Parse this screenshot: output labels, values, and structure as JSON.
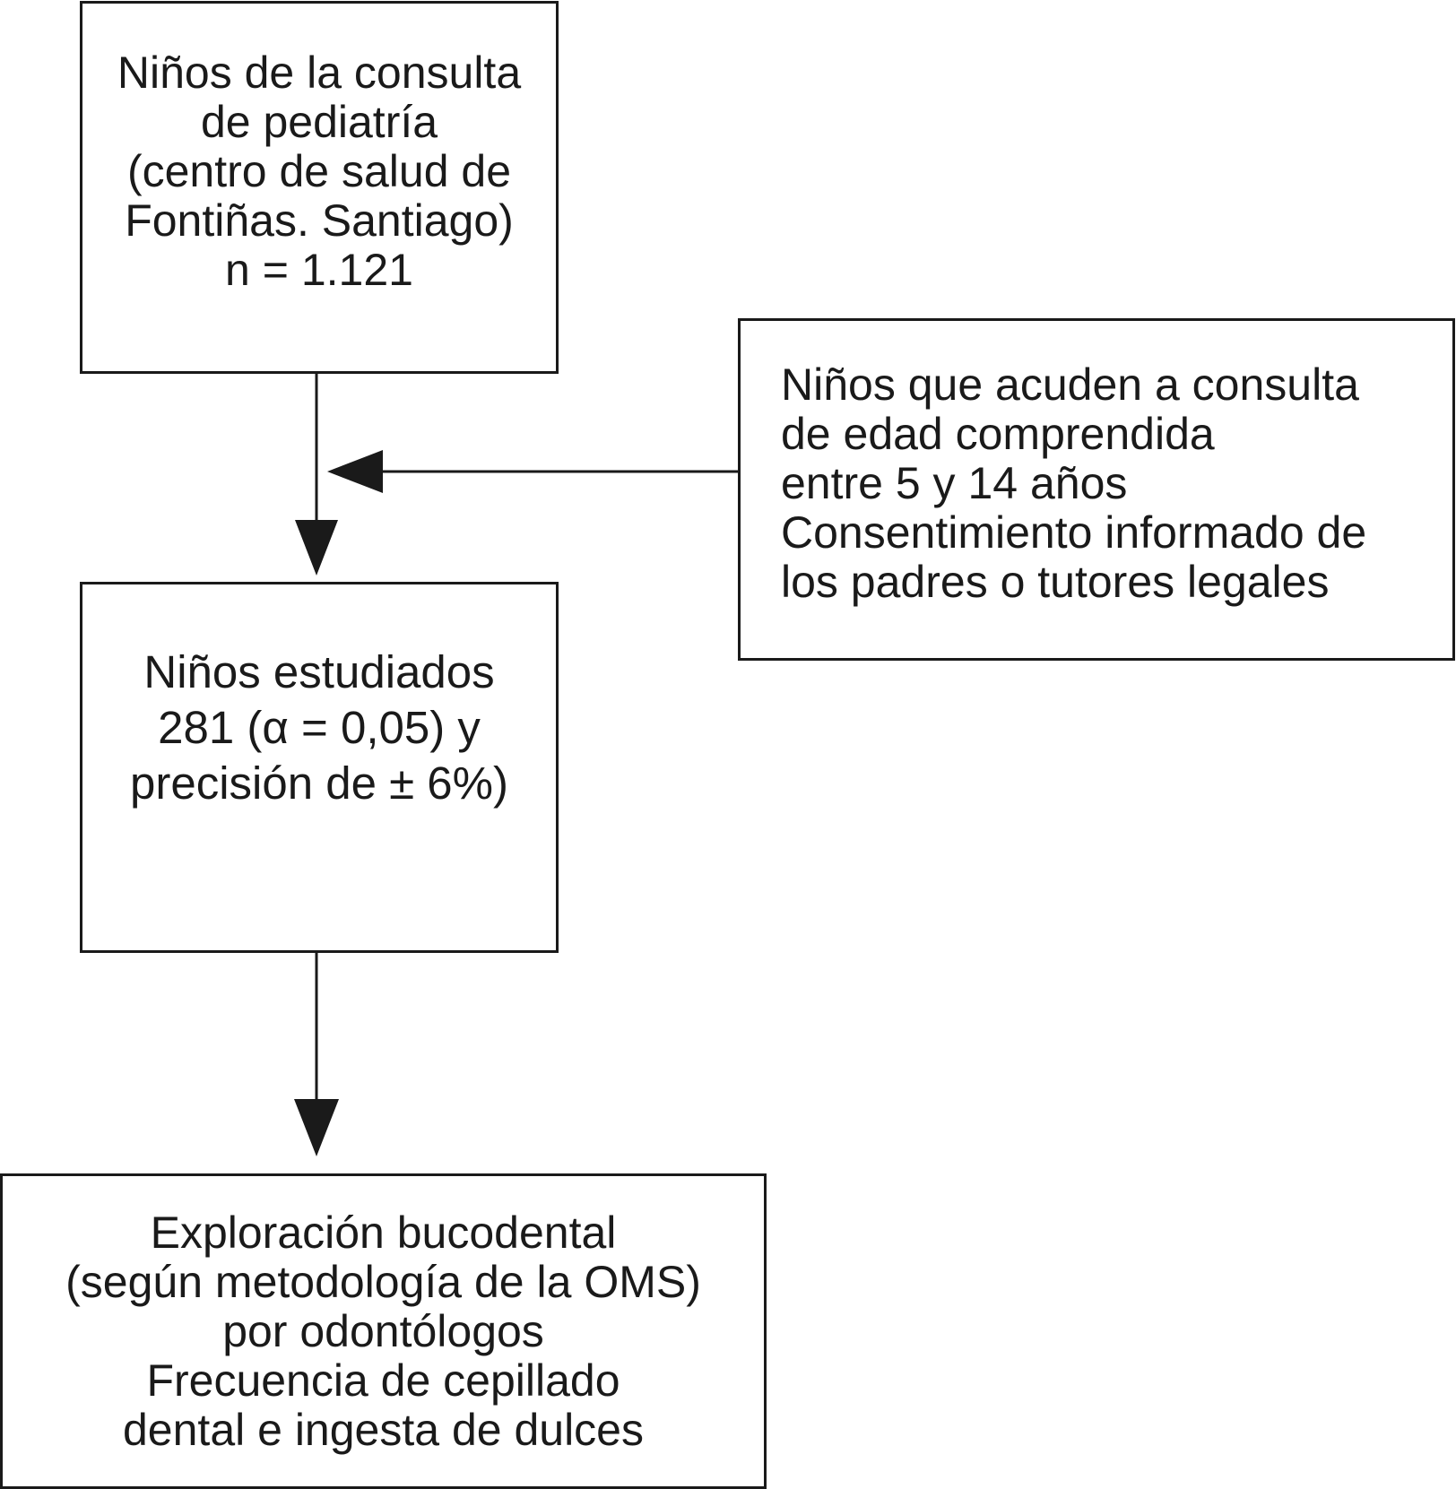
{
  "boxes": {
    "population": {
      "lines": [
        "Niños de la consulta",
        "de pediatría",
        "(centro de salud de",
        "Fontiñas. Santiago)",
        "n = 1.121"
      ]
    },
    "criteria": {
      "lines": [
        "Niños que acuden a consulta",
        "de edad comprendida",
        "entre 5 y 14 años",
        "Consentimiento informado de",
        "los padres o tutores legales"
      ]
    },
    "studied": {
      "lines": [
        "Niños estudiados",
        "281 (α = 0,05) y",
        "precisión de ± 6%)"
      ]
    },
    "exploration": {
      "lines": [
        "Exploración bucodental",
        "(según metodología de la OMS)",
        "por odontólogos",
        "Frecuencia de cepillado",
        "dental e ingesta de dulces"
      ]
    }
  }
}
